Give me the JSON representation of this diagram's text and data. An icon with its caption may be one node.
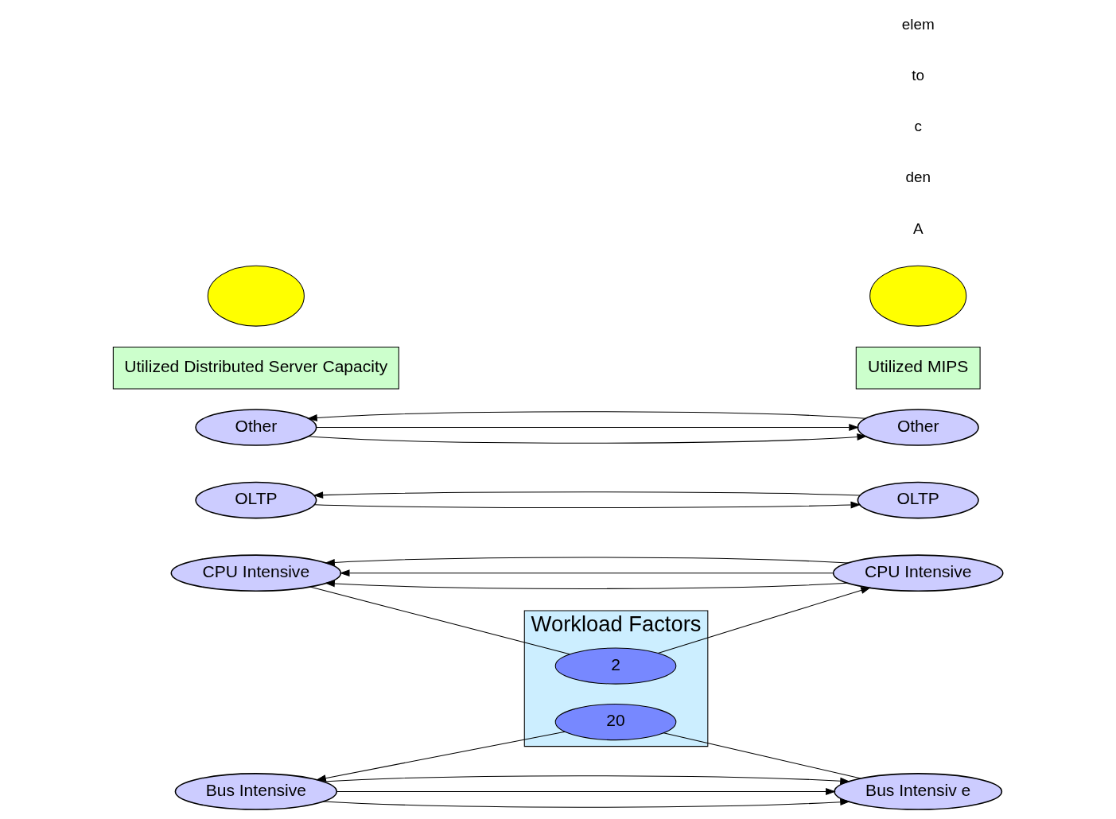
{
  "diagram": {
    "nodes": [
      {
        "text": [
          "Workload Factors"
        ]
      },
      {
        "text": [
          "Bus Intensive"
        ]
      },
      {
        "text": [
          "OLTP"
        ]
      },
      {
        "text": [
          "Other"
        ]
      },
      {
        "text": [
          "CPU Intensive"
        ]
      },
      {
        "text": [
          "CPU Intensive"
        ]
      },
      {
        "text": [
          "Other"
        ]
      },
      {
        "text": [
          "OLTP"
        ]
      },
      {
        "text": [
          "Bus Intensiv e"
        ]
      },
      {
        "text": [
          "2"
        ],
        "in": 0
      },
      {
        "text": [
          "20"
        ],
        "in": 0
      },
      {
        "text": [
          "Utilized Distributed Server Capacity"
        ]
      },
      {
        "text": [
          "Utilized MIPS"
        ]
      },
      {
        "text": [],
        "shape": "ellipse"
      },
      {
        "text": [],
        "shape": "ellipse"
      }
    ],
    "edges": [
      {
        "from": 8,
        "to": 10,
        "arrow": "none"
      },
      {
        "from": 10,
        "to": 1,
        "arrow": "to"
      },
      {
        "from": 1,
        "to": 8,
        "arrow": "to"
      },
      {
        "from": 1,
        "to": 8,
        "arrow": "to"
      },
      {
        "from": 1,
        "to": 8,
        "arrow": "to"
      },
      {
        "from": 2,
        "to": 7,
        "arrow": "to"
      },
      {
        "from": 7,
        "to": 2,
        "arrow": "to"
      },
      {
        "from": 3,
        "to": 6,
        "arrow": "to"
      },
      {
        "from": 3,
        "to": 6,
        "arrow": "to"
      },
      {
        "from": 6,
        "to": 3,
        "arrow": "to"
      },
      {
        "from": 5,
        "to": 4,
        "arrow": "to"
      },
      {
        "from": 5,
        "to": 4,
        "arrow": "to"
      },
      {
        "from": 5,
        "to": 4,
        "arrow": "to"
      },
      {
        "from": 4,
        "to": 9,
        "arrow": "none"
      },
      {
        "from": 9,
        "to": 5,
        "arrow": "to"
      }
    ],
    "labels": [
      "A",
      "den",
      "c",
      "to",
      "elem"
    ]
  }
}
